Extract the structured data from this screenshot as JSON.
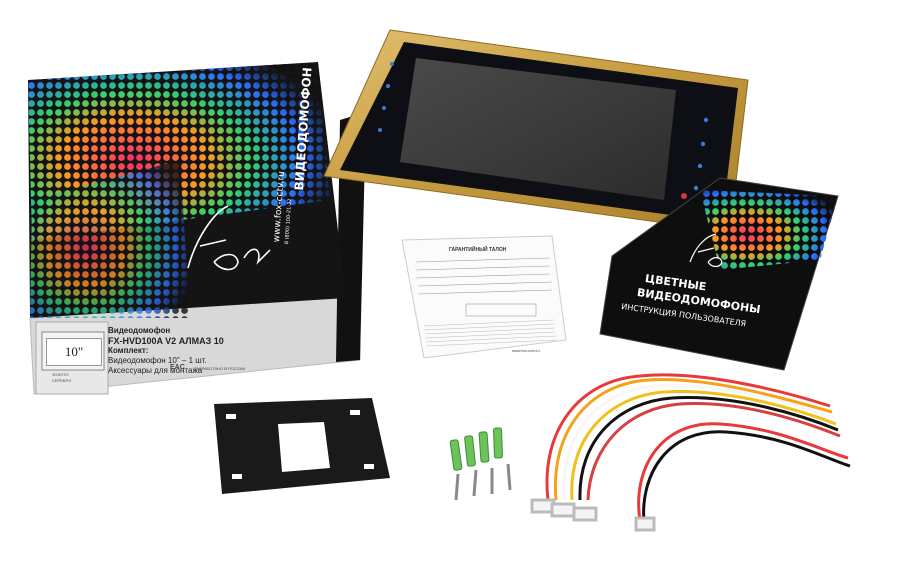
{
  "box": {
    "side_brand": "ВИДЕОДОМОФОН",
    "side_site": "www.fox-cctv.ru",
    "side_phone": "8 (800) 100-21-32",
    "logo": "fox",
    "screen_size": "10\"",
    "label_line1": "Видеодомофон",
    "label_line2": "FX-HVD100A V2 АЛМАЗ 10",
    "label_line3": "Комплект:",
    "label_line4": "Видеодомофон 10\" – 1 шт.",
    "label_line5": "Аксессуары для монтажа",
    "color_option1": "ЗОЛОТО",
    "color_option2": "СЕРЕБРО",
    "eac": "EAC",
    "made_in": "РАЗРАБОТАНО В РОССИИ"
  },
  "warranty_card": {
    "title": "ГАРАНТИЙНЫЙ ТАЛОН",
    "site": "www.fox-cctv.ru"
  },
  "booklet": {
    "logo": "fox",
    "title_line1": "ЦВЕТНЫЕ",
    "title_line2": "ВИДЕОДОМОФОНЫ",
    "subtitle": "ИНСТРУКЦИЯ ПОЛЬЗОВАТЕЛЯ"
  },
  "colors": {
    "gold_frame": "#c9a24a",
    "screen": "#3a3a3a",
    "box_black": "#141414",
    "bracket": "#1c1c1c",
    "anchors": "#6cc35a"
  }
}
